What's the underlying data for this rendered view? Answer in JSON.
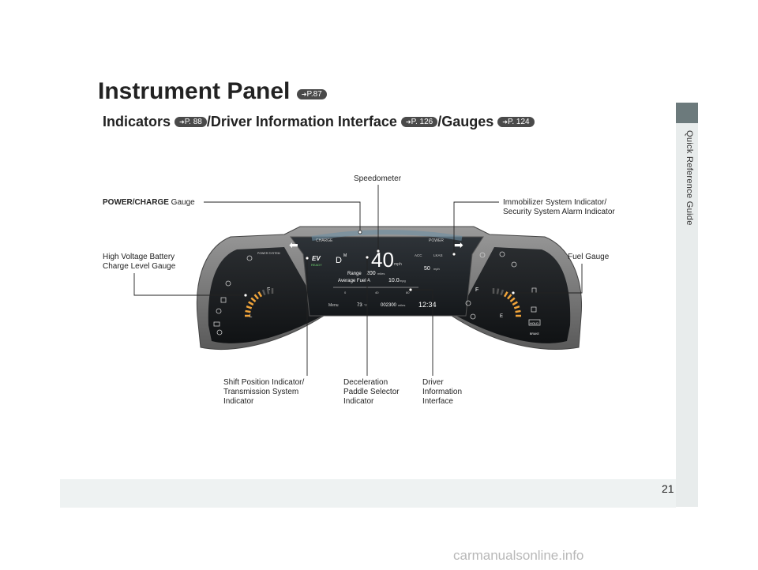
{
  "sidebar": {
    "label": "Quick Reference Guide"
  },
  "page": {
    "number": "21",
    "watermark": "carmanualsonline.info"
  },
  "title": {
    "text": "Instrument Panel",
    "ref": "P.87"
  },
  "subtitle": {
    "indicators": "Indicators",
    "indicators_ref": "P. 88",
    "dii": "/Driver Information Interface",
    "dii_ref": "P. 126",
    "gauges": "/Gauges",
    "gauges_ref": "P. 124"
  },
  "labels": {
    "speedometer": "Speedometer",
    "power_bold": "POWER/CHARGE",
    "power_rest": " Gauge",
    "immobilizer_1": "Immobilizer System Indicator/",
    "immobilizer_2": "Security System Alarm Indicator",
    "hv_1": "High Voltage Battery",
    "hv_2": "Charge Level Gauge",
    "fuel": "Fuel Gauge",
    "shift_1": "Shift Position Indicator/",
    "shift_2": "Transmission System",
    "shift_3": "Indicator",
    "decel_1": "Deceleration",
    "decel_2": "Paddle Selector",
    "decel_3": "Indicator",
    "driver_1": "Driver",
    "driver_2": "Information",
    "driver_3": "Interface"
  },
  "dashboard": {
    "speed": "40",
    "speed_unit": "mph",
    "gear": "D",
    "mode": "M",
    "ev": "EV",
    "ready": "READY",
    "charge": "CHARGE",
    "power": "POWER",
    "range_label": "Range",
    "range_value": "200",
    "range_unit": "miles",
    "avg_label": "Average Fuel A",
    "avg_value": "10.0",
    "avg_unit": "mpg",
    "acc": "ACC",
    "lkas": "LKAS",
    "acc_speed": "50",
    "acc_unit": "mph",
    "scale_0": "0",
    "scale_40": "40",
    "scale_80": "80",
    "menu": "Menu",
    "temp": "73",
    "temp_unit": "°F",
    "odometer": "002300",
    "odo_unit": "miles",
    "clock": "12:34",
    "left_f": "F",
    "left_l": "L",
    "right_f": "F",
    "right_e": "E",
    "hold": "HOLD",
    "brake": "BRAKE",
    "power_system": "POWER SYSTEM",
    "battery_level": 0.75,
    "fuel_level": 0.75
  },
  "colors": {
    "text": "#222222",
    "ref_pill": "#4a4a4a",
    "sidebar_tab": "#6c7a7c",
    "footer": "#eef2f2",
    "gauge_orange": "#f0a43a"
  }
}
